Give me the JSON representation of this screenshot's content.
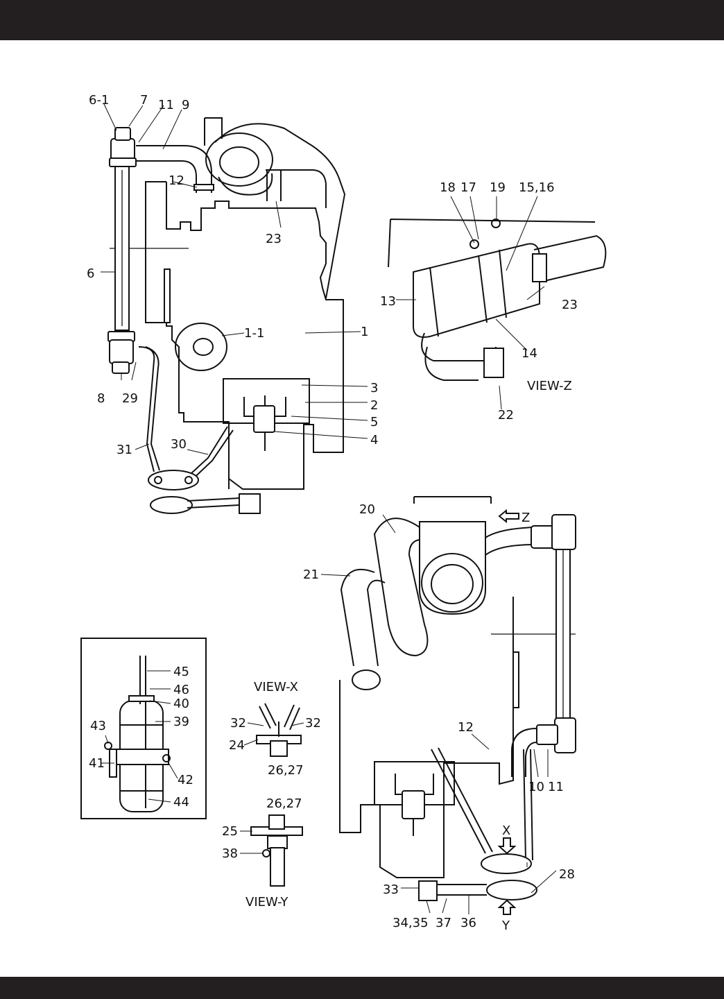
{
  "callouts": {
    "c_6_1": "6-1",
    "c_7": "7",
    "c_11a": "11",
    "c_9": "9",
    "c_12a": "12",
    "c_23a": "23",
    "c_6": "6",
    "c_1_1": "1-1",
    "c_1": "1",
    "c_8": "8",
    "c_29": "29",
    "c_3": "3",
    "c_2": "2",
    "c_5": "5",
    "c_4": "4",
    "c_31": "31",
    "c_30": "30",
    "c_18": "18",
    "c_17": "17",
    "c_19": "19",
    "c_15_16": "15,16",
    "c_13": "13",
    "c_23b": "23",
    "c_14": "14",
    "c_22": "22",
    "c_20": "20",
    "c_21": "21",
    "c_12b": "12",
    "c_10": "10",
    "c_11b": "11",
    "c_28": "28",
    "c_33": "33",
    "c_34_35": "34,35",
    "c_37": "37",
    "c_36": "36",
    "c_45": "45",
    "c_46": "46",
    "c_40": "40",
    "c_39": "39",
    "c_43": "43",
    "c_41": "41",
    "c_42": "42",
    "c_44": "44",
    "c_32a": "32",
    "c_32b": "32",
    "c_24": "24",
    "c_26_27a": "26,27",
    "c_26_27b": "26,27",
    "c_25": "25",
    "c_38": "38"
  },
  "views": {
    "view_z": "VIEW-Z",
    "view_x": "VIEW-X",
    "view_y": "VIEW-Y",
    "arrow_z": "Z",
    "arrow_x": "X",
    "arrow_y": "Y"
  },
  "colors": {
    "bar": "#231f20",
    "ink": "#111111",
    "paper": "#ffffff"
  }
}
